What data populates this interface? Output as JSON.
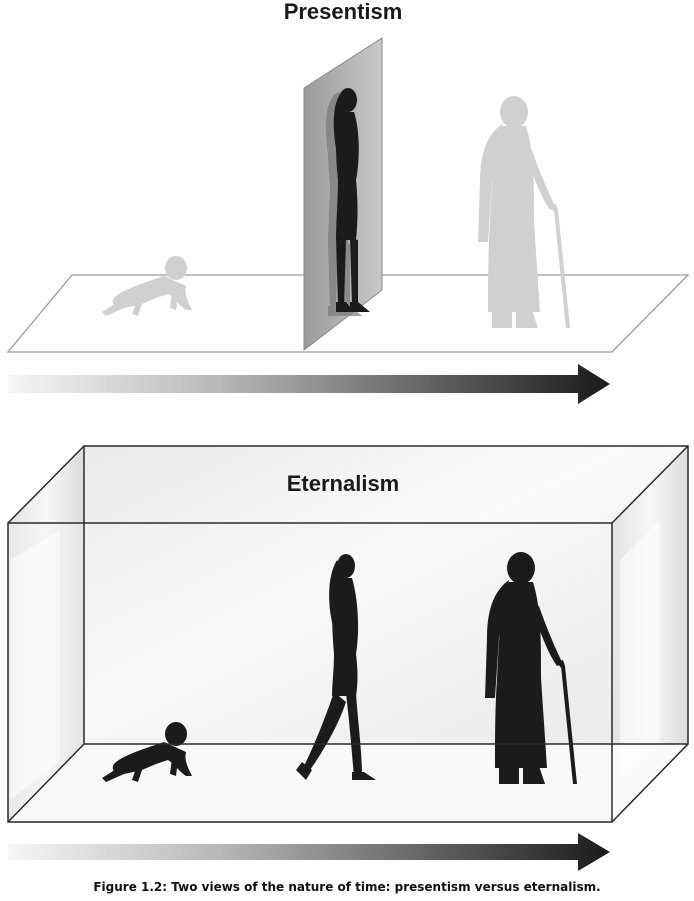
{
  "panels": {
    "presentism": {
      "title": "Presentism"
    },
    "eternalism": {
      "title": "Eternalism"
    }
  },
  "caption": "Figure 1.2: Two views of the nature of time: presentism versus eternalism.",
  "icons": [
    "baby-crawling",
    "young-woman",
    "elderly-woman-with-cane",
    "time-arrow",
    "present-moment-plane",
    "block-universe-box"
  ],
  "colors": {
    "silhouette_present": "#1b1b1b",
    "silhouette_faded": "#d0d0d0",
    "arrow_dark": "#1a1a1a",
    "arrow_light": "#f4f4f4"
  }
}
